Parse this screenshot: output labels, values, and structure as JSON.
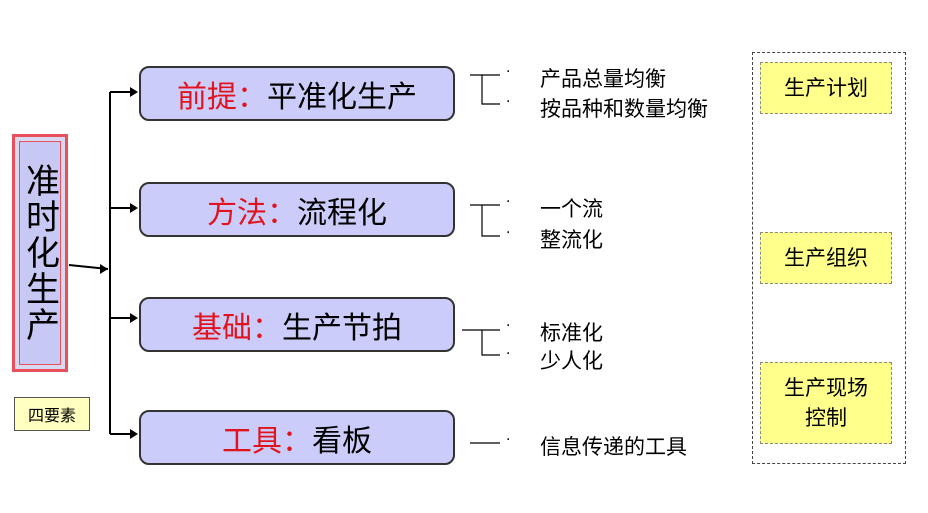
{
  "root": {
    "label": "准时化生产"
  },
  "four_elements_tag": "四要素",
  "elements": [
    {
      "keyword": "前提：",
      "value": "平准化生产",
      "items": [
        "产品总量均衡",
        "按品种和数量均衡"
      ]
    },
    {
      "keyword": "方法：",
      "value": "流程化",
      "items": [
        "一个流",
        "整流化"
      ]
    },
    {
      "keyword": "基础：",
      "value": "生产节拍",
      "items": [
        "标准化",
        "少人化"
      ]
    },
    {
      "keyword": "工具：",
      "value": "看板",
      "items": [
        "信息传递的工具"
      ]
    }
  ],
  "side_tags": [
    "生产计划",
    "生产组织",
    "生产现场控制"
  ],
  "colors": {
    "keyword": "#e0141e",
    "box_fill": "#ccccfa",
    "tag_fill": "#ffff8c"
  }
}
